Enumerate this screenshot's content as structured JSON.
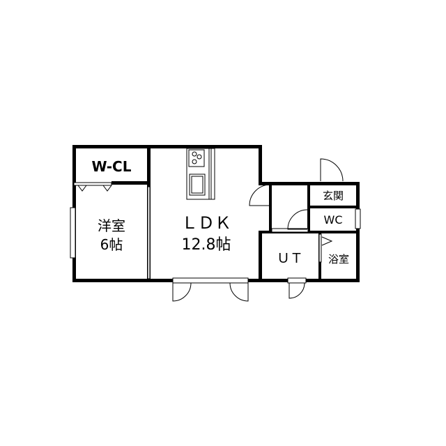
{
  "rooms": {
    "walk_in_closet": "W-CL",
    "western_room": "洋室",
    "western_room_size": "6帖",
    "ldk": "ＬＤＫ",
    "ldk_size": "12.8帖",
    "entrance": "玄関",
    "toilet": "WC",
    "utility": "ＵＴ",
    "bathroom": "浴室"
  },
  "colors": {
    "wall": "#000000",
    "background": "#ffffff"
  }
}
